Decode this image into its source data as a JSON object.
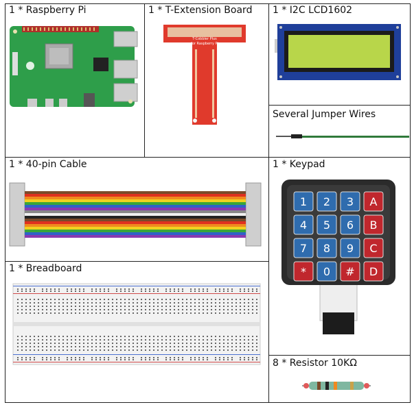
{
  "components": {
    "raspberry_pi": "1 * Raspberry Pi",
    "t_extension_board": "1 * T-Extension Board",
    "lcd": "1 * I2C LCD1602",
    "jumper_wires": "Several Jumper Wires",
    "cable": "1 * 40-pin Cable",
    "keypad": "1 * Keypad",
    "breadboard": "1 * Breadboard",
    "resistor": "8 * Resistor 10KΩ"
  },
  "t_board_print": {
    "line1": "T-Cobbler Plus",
    "line2": "for Raspberry Pi"
  },
  "keypad_keys": [
    "1",
    "2",
    "3",
    "A",
    "4",
    "5",
    "6",
    "B",
    "7",
    "8",
    "9",
    "C",
    "*",
    "0",
    "#",
    "D"
  ],
  "colors": {
    "pcb_green": "#2e9e4a",
    "t_board_red": "#e03a2c",
    "lcd_blue": "#1f3f9a",
    "lcd_screen": "#b8d64a",
    "key_blue": "#2f6cae",
    "key_red": "#c0272d",
    "keypad_frame": "#2b2b2b",
    "wire_green": "#2f7a3a"
  }
}
